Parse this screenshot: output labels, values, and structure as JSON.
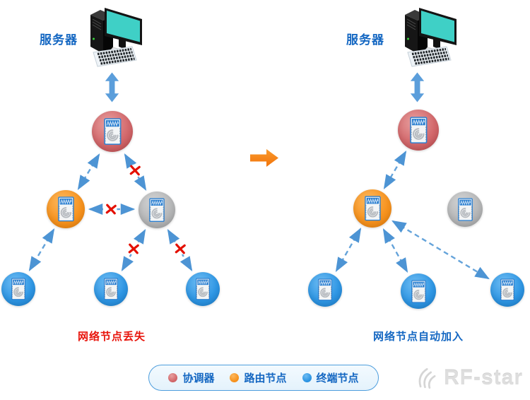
{
  "diagrams": {
    "left": {
      "server_label": "服务器",
      "caption": "网络节点丢失",
      "topology": {
        "nodes": [
          {
            "id": "coordinator",
            "type": "coordinator"
          },
          {
            "id": "router",
            "type": "router"
          },
          {
            "id": "router-lost",
            "type": "lost"
          },
          {
            "id": "terminal-1",
            "type": "terminal"
          },
          {
            "id": "terminal-2",
            "type": "terminal"
          },
          {
            "id": "terminal-3",
            "type": "terminal"
          }
        ],
        "links": [
          {
            "from": "coordinator",
            "to": "router",
            "status": "ok"
          },
          {
            "from": "coordinator",
            "to": "router-lost",
            "status": "broken"
          },
          {
            "from": "router",
            "to": "router-lost",
            "status": "broken"
          },
          {
            "from": "router",
            "to": "terminal-1",
            "status": "ok"
          },
          {
            "from": "router-lost",
            "to": "terminal-2",
            "status": "broken"
          },
          {
            "from": "router-lost",
            "to": "terminal-3",
            "status": "broken"
          }
        ]
      }
    },
    "right": {
      "server_label": "服务器",
      "caption": "网络节点自动加入",
      "topology": {
        "nodes": [
          {
            "id": "coordinator",
            "type": "coordinator"
          },
          {
            "id": "router",
            "type": "router"
          },
          {
            "id": "router-lost",
            "type": "lost",
            "isolated": true
          },
          {
            "id": "terminal-1",
            "type": "terminal"
          },
          {
            "id": "terminal-2",
            "type": "terminal"
          },
          {
            "id": "terminal-3",
            "type": "terminal"
          }
        ],
        "links": [
          {
            "from": "coordinator",
            "to": "router",
            "status": "ok"
          },
          {
            "from": "router",
            "to": "terminal-1",
            "status": "ok"
          },
          {
            "from": "router",
            "to": "terminal-2",
            "status": "ok"
          },
          {
            "from": "router",
            "to": "terminal-3",
            "status": "ok"
          }
        ]
      }
    }
  },
  "legend": {
    "items": [
      {
        "label": "协调器",
        "type": "coordinator",
        "color": "#d3696c"
      },
      {
        "label": "路由节点",
        "type": "router",
        "color": "#f79420"
      },
      {
        "label": "终端节点",
        "type": "terminal",
        "color": "#2e96e4"
      }
    ]
  },
  "watermark": {
    "brand": "RF-star"
  },
  "icons": {
    "server": "isometric desktop computer with teal screen and keyboard",
    "node_module": "RF module chip with blue antenna-trace header and swirl logo",
    "link_arrow": "blue dashed double-headed arrow",
    "broken_link": "red X over dashed link",
    "transition_arrow": "orange right-pointing arrow",
    "watermark_swirl": "RF-star swirl mark"
  },
  "colors": {
    "coordinator": "#d3696c",
    "router": "#f79420",
    "terminal": "#2e96e4",
    "lost_node": "#b5b6b7",
    "link": "#64a3da",
    "broken_x": "#e40f00",
    "caption_left_red": "#e8150c",
    "text_blue": "#1467c2",
    "transition_arrow": "#f6820e",
    "legend_border": "#4e9edd",
    "legend_background": "#eaf5fd",
    "screen_teal": "#3fd0c6",
    "watermark_gray": "#dedede"
  }
}
